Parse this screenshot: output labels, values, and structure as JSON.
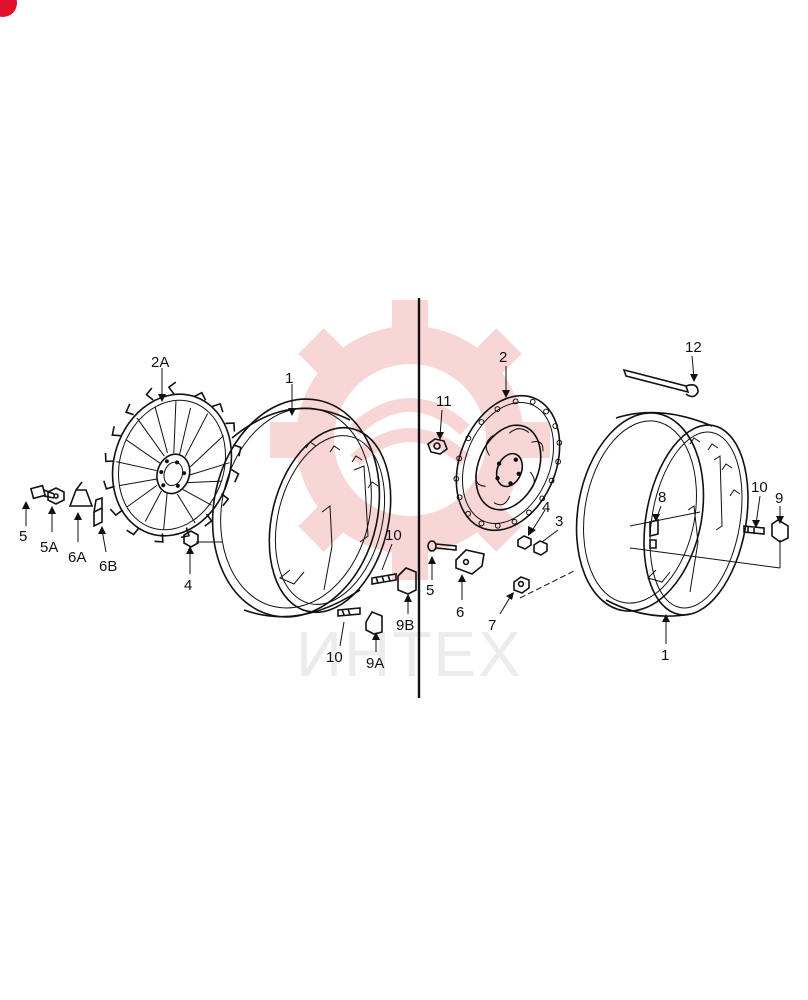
{
  "diagram": {
    "watermark_text": "ИНТЕХ",
    "colors": {
      "line": "#111111",
      "watermark": "#f3b5b5",
      "badge": "#e0102a"
    },
    "left_assembly": {
      "labels": [
        "1",
        "2A",
        "4",
        "5",
        "5A",
        "6A",
        "6B",
        "10",
        "9B",
        "10",
        "9A"
      ]
    },
    "right_assembly": {
      "labels": [
        "2",
        "11",
        "12",
        "4",
        "3",
        "5",
        "6",
        "7",
        "8",
        "10",
        "9",
        "1"
      ]
    }
  }
}
